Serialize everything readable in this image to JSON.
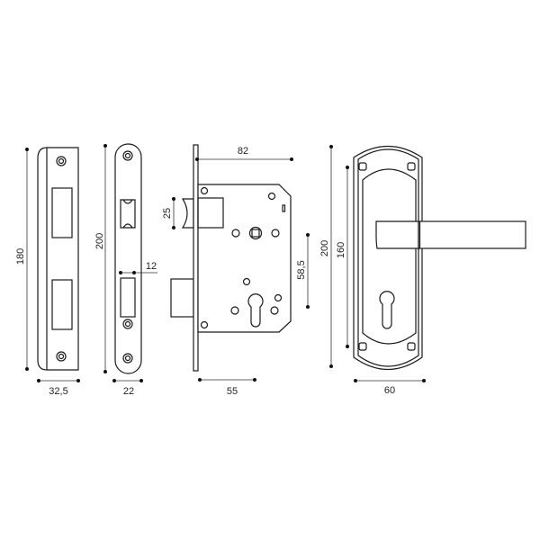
{
  "dimensions": {
    "strike_height": "180",
    "strike_width": "32,5",
    "faceplate_height": "200",
    "faceplate_width": "22",
    "deadbolt_width": "12",
    "latch_height": "25",
    "lock_depth": "82",
    "backset": "55",
    "center_distance": "58,5",
    "handle_plate_height": "200",
    "handle_screw_distance": "160",
    "handle_plate_width": "60"
  },
  "colors": {
    "line": "#1a1a1a",
    "background": "#ffffff"
  }
}
